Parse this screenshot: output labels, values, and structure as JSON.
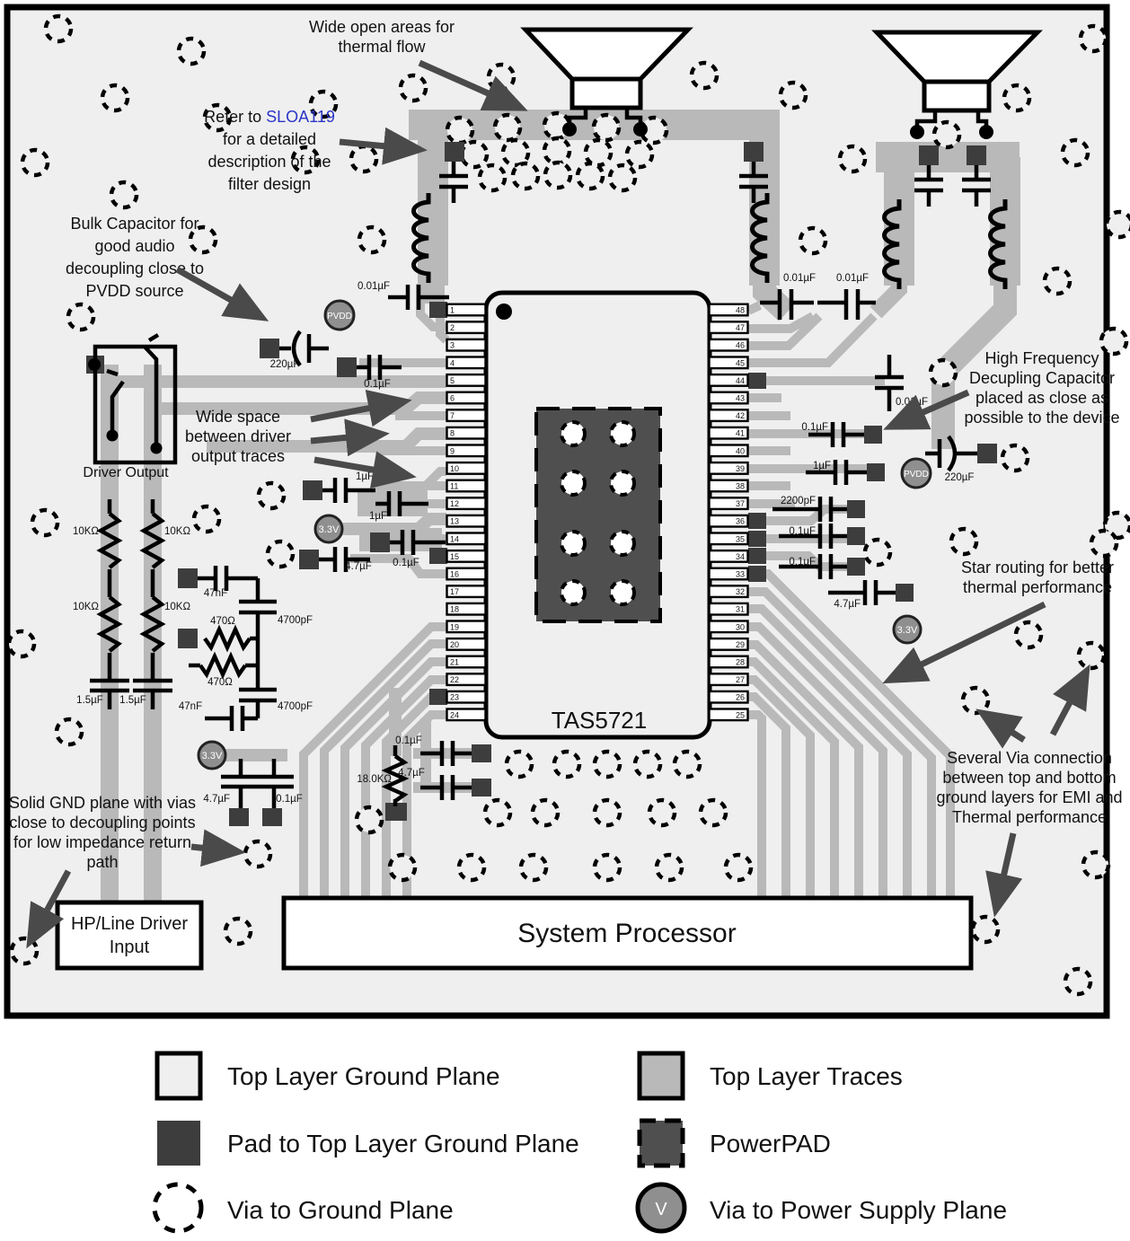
{
  "annotations": {
    "wide_open": {
      "lines": [
        "Wide open areas for",
        "thermal flow"
      ]
    },
    "refer": {
      "prefix": "Refer to ",
      "link": "SLOA119",
      "lines": [
        "for a detailed",
        "description of the",
        "filter design"
      ]
    },
    "bulk": {
      "lines": [
        "Bulk Capacitor for",
        "good audio",
        "decoupling close to",
        "PVDD source"
      ]
    },
    "wide_space": {
      "lines": [
        "Wide space",
        "between driver",
        "output traces"
      ]
    },
    "hf": {
      "lines": [
        "High Frequency",
        "Decupling Capacitor",
        "placed as close as",
        "possible to the device"
      ]
    },
    "star": {
      "lines": [
        "Star routing for better",
        "thermal performance"
      ]
    },
    "vias": {
      "lines": [
        "Several Via connection",
        "between top and bottom",
        "ground layers for EMI and",
        "Thermal performance"
      ]
    },
    "gnd": {
      "lines": [
        "Solid GND plane with vias",
        "close to decoupling points",
        "for low impedance return",
        "path"
      ]
    }
  },
  "boxes": {
    "driver": "Driver Output",
    "hp1": "HP/Line Driver",
    "hp2": "Input",
    "sp": "System Processor"
  },
  "chip": {
    "name": "TAS5721",
    "left_pins": [
      1,
      2,
      3,
      4,
      5,
      6,
      7,
      8,
      9,
      10,
      11,
      12,
      13,
      14,
      15,
      16,
      17,
      18,
      19,
      20,
      21,
      22,
      23,
      24
    ],
    "right_pins": [
      48,
      47,
      46,
      45,
      44,
      43,
      42,
      41,
      40,
      39,
      38,
      37,
      36,
      35,
      34,
      33,
      32,
      31,
      30,
      29,
      28,
      27,
      26,
      25
    ]
  },
  "power_labels": {
    "pvdd": "PVDD",
    "v33": "3.3V",
    "via_v": "V"
  },
  "parts": {
    "c001_t1": "0.01µF",
    "c001_t2": "0.01µF",
    "c001_t3": "0.01µF",
    "c001_hf": "0.01µF",
    "c220_l": "220µF",
    "c220_r": "220µF",
    "c01_p4": "0.1µF",
    "c1_a": "1µF",
    "c1_b": "1µF",
    "c01_p14": "0.1µF",
    "c47_p15": "4.7µF",
    "n47_a": "47nF",
    "r470_a": "470Ω",
    "p4700_a": "4700pF",
    "r470_b": "470Ω",
    "n47_b": "47nF",
    "p4700_b": "4700pF",
    "r10k_a": "10KΩ",
    "r10k_b": "10KΩ",
    "r10k_c": "10KΩ",
    "r10k_d": "10KΩ",
    "c15_a": "1.5µF",
    "c15_b": "1.5µF",
    "c01_rt": "0.1µF",
    "c1_rt": "1µF",
    "c2200": "2200pF",
    "c01_ra": "0.1µF",
    "c01_rb": "0.1µF",
    "c47_rt": "4.7µF",
    "c47_bl": "4.7µF",
    "c01_bl": "0.1µF",
    "r18k": "18.0KΩ",
    "c01_bm": "0.1µF",
    "c47_bm": "4.7µF"
  },
  "legend": {
    "items": [
      {
        "id": "ground",
        "label": "Top Layer Ground Plane"
      },
      {
        "id": "traces",
        "label": "Top Layer Traces"
      },
      {
        "id": "pad",
        "label": "Pad to Top Layer Ground Plane"
      },
      {
        "id": "powerpad",
        "label": "PowerPAD"
      },
      {
        "id": "via_gnd",
        "label": "Via to Ground Plane"
      },
      {
        "id": "via_pwr",
        "label": "Via to Power Supply Plane"
      }
    ]
  },
  "colors": {
    "board": "#efefef",
    "trace": "#b9b9b9",
    "pad": "#3d3d3d",
    "powerpad": "#4f4f4f",
    "power_via": "#8f8f8f",
    "link_blue": "#2b35c8",
    "arrow": "#4a4a4a"
  }
}
